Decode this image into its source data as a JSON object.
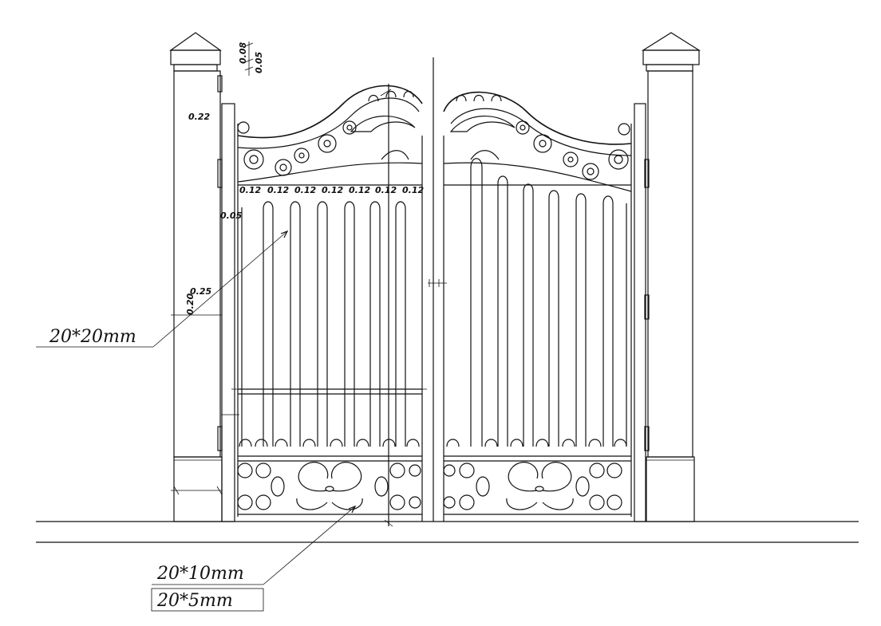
{
  "drawing": {
    "callouts": {
      "bar_main": "20*20mm",
      "bar_flat": "20*10mm",
      "bar_thin": "20*5mm"
    },
    "dimensions": {
      "top_a": "0.08",
      "top_b": "0.05",
      "post_side": "0.22",
      "spacing_1": "0.12",
      "spacing_2": "0.12",
      "spacing_3": "0.12",
      "spacing_4": "0.12",
      "spacing_5": "0.12",
      "spacing_6": "0.12",
      "spacing_7": "0.12",
      "frame": "0.05",
      "base_w": "0.25",
      "base_h": "0.20"
    }
  }
}
